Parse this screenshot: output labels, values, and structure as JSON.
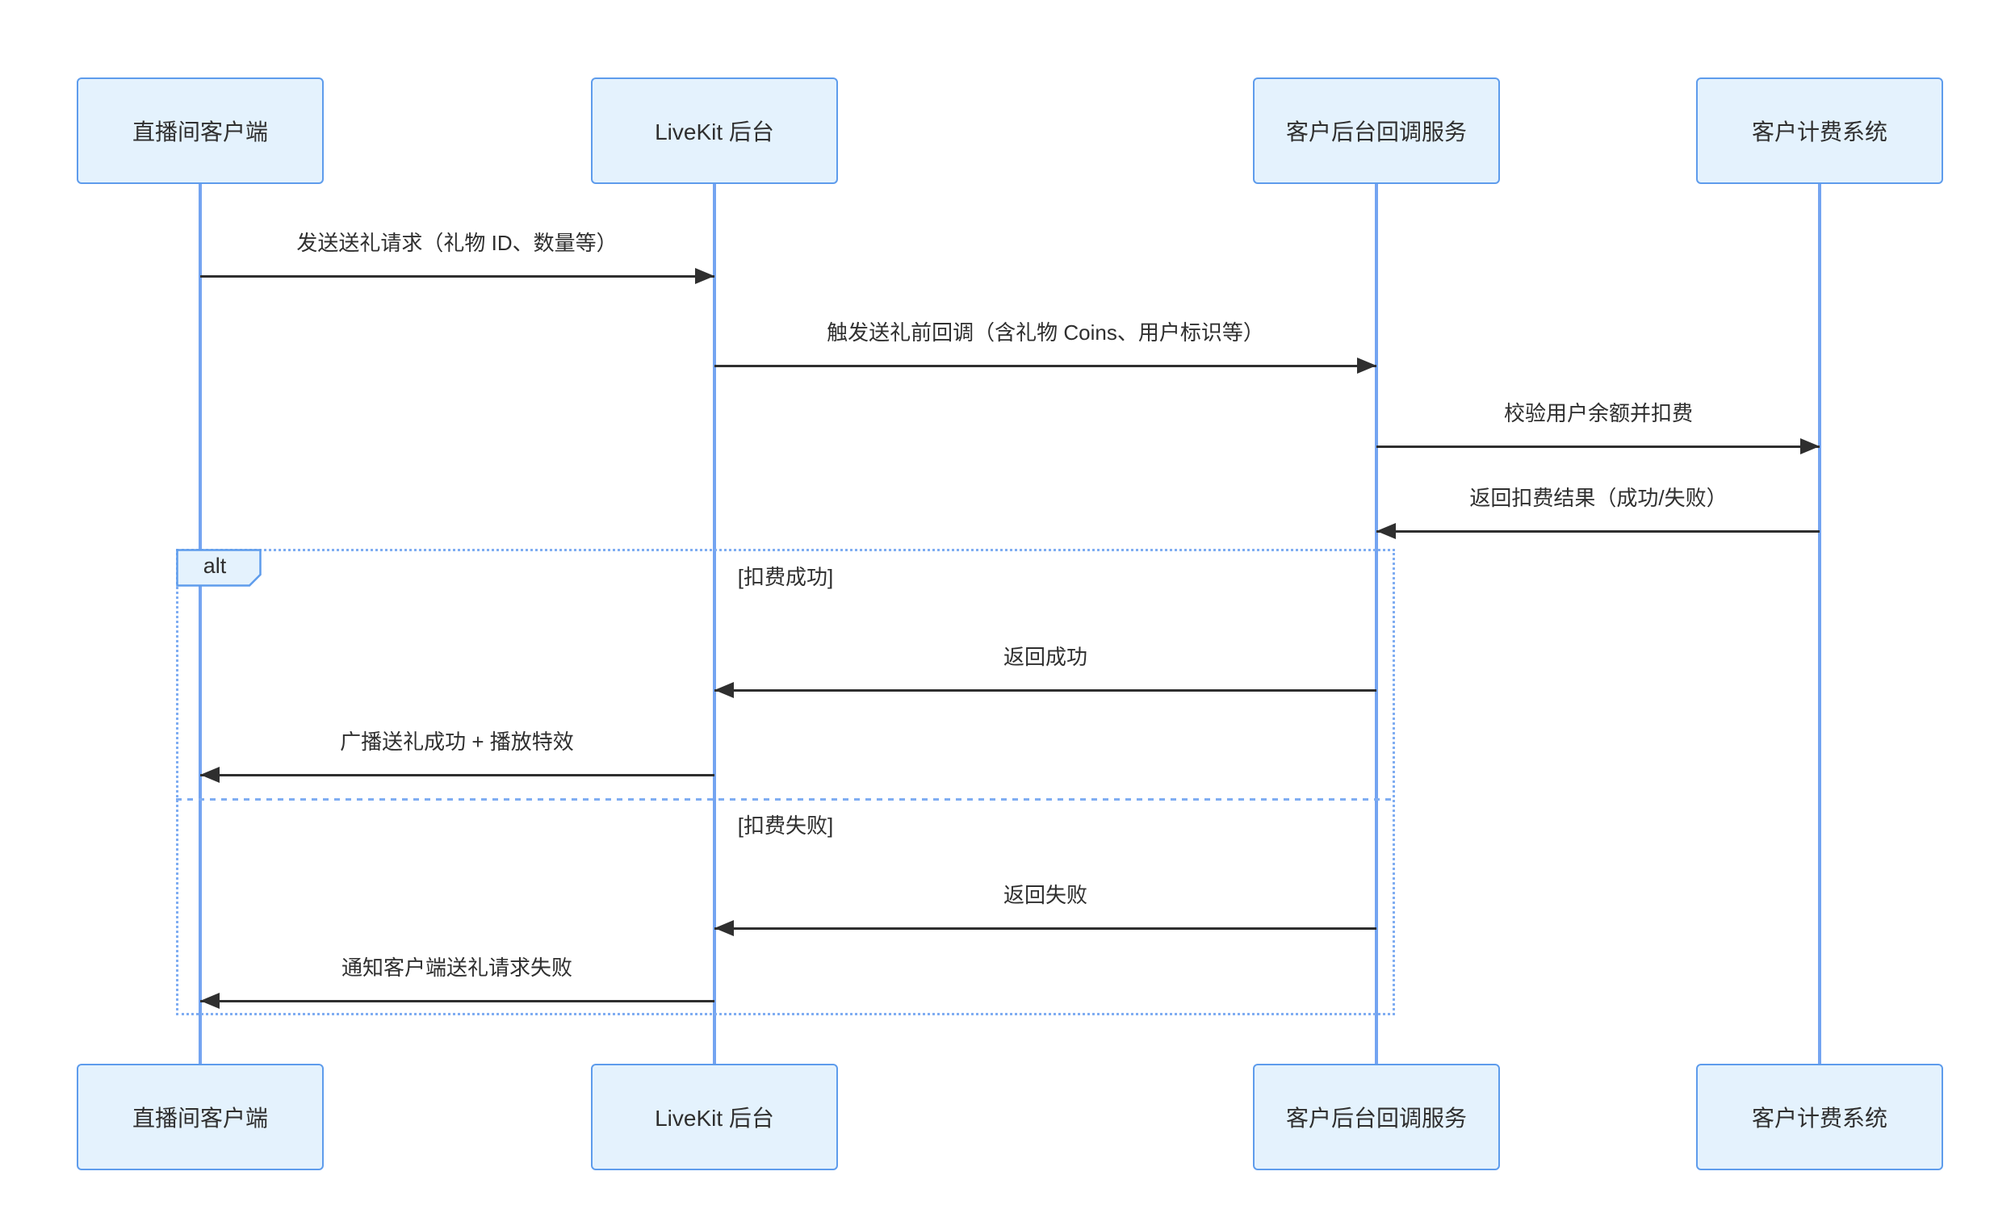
{
  "diagram": {
    "type": "sequence",
    "participants": [
      {
        "id": "client",
        "label": "直播间客户端"
      },
      {
        "id": "livekit",
        "label": "LiveKit 后台"
      },
      {
        "id": "callback",
        "label": "客户后台回调服务"
      },
      {
        "id": "billing",
        "label": "客户计费系统"
      }
    ],
    "messages": [
      {
        "from": "client",
        "to": "livekit",
        "direction": "right",
        "text": "发送送礼请求（礼物 ID、数量等）"
      },
      {
        "from": "livekit",
        "to": "callback",
        "direction": "right",
        "text": "触发送礼前回调（含礼物 Coins、用户标识等）"
      },
      {
        "from": "callback",
        "to": "billing",
        "direction": "right",
        "text": "校验用户余额并扣费"
      },
      {
        "from": "billing",
        "to": "callback",
        "direction": "left",
        "text": "返回扣费结果（成功/失败）"
      },
      {
        "from": "callback",
        "to": "livekit",
        "direction": "left",
        "text": "返回成功",
        "section": "扣费成功"
      },
      {
        "from": "livekit",
        "to": "client",
        "direction": "left",
        "text": "广播送礼成功 + 播放特效",
        "section": "扣费成功"
      },
      {
        "from": "callback",
        "to": "livekit",
        "direction": "left",
        "text": "返回失败",
        "section": "扣费失败"
      },
      {
        "from": "livekit",
        "to": "client",
        "direction": "left",
        "text": "通知客户端送礼请求失败",
        "section": "扣费失败"
      }
    ],
    "alt": {
      "label": "alt",
      "conditions": [
        "[扣费成功]",
        "[扣费失败]"
      ]
    },
    "colors": {
      "bg": "#ffffff",
      "ink": "#2f2f2f",
      "actor-fill": "#e4f2fd",
      "actor-border": "#5e9cec",
      "line-blue": "#74a4f1",
      "frame-blue": "#7fadf2"
    }
  }
}
